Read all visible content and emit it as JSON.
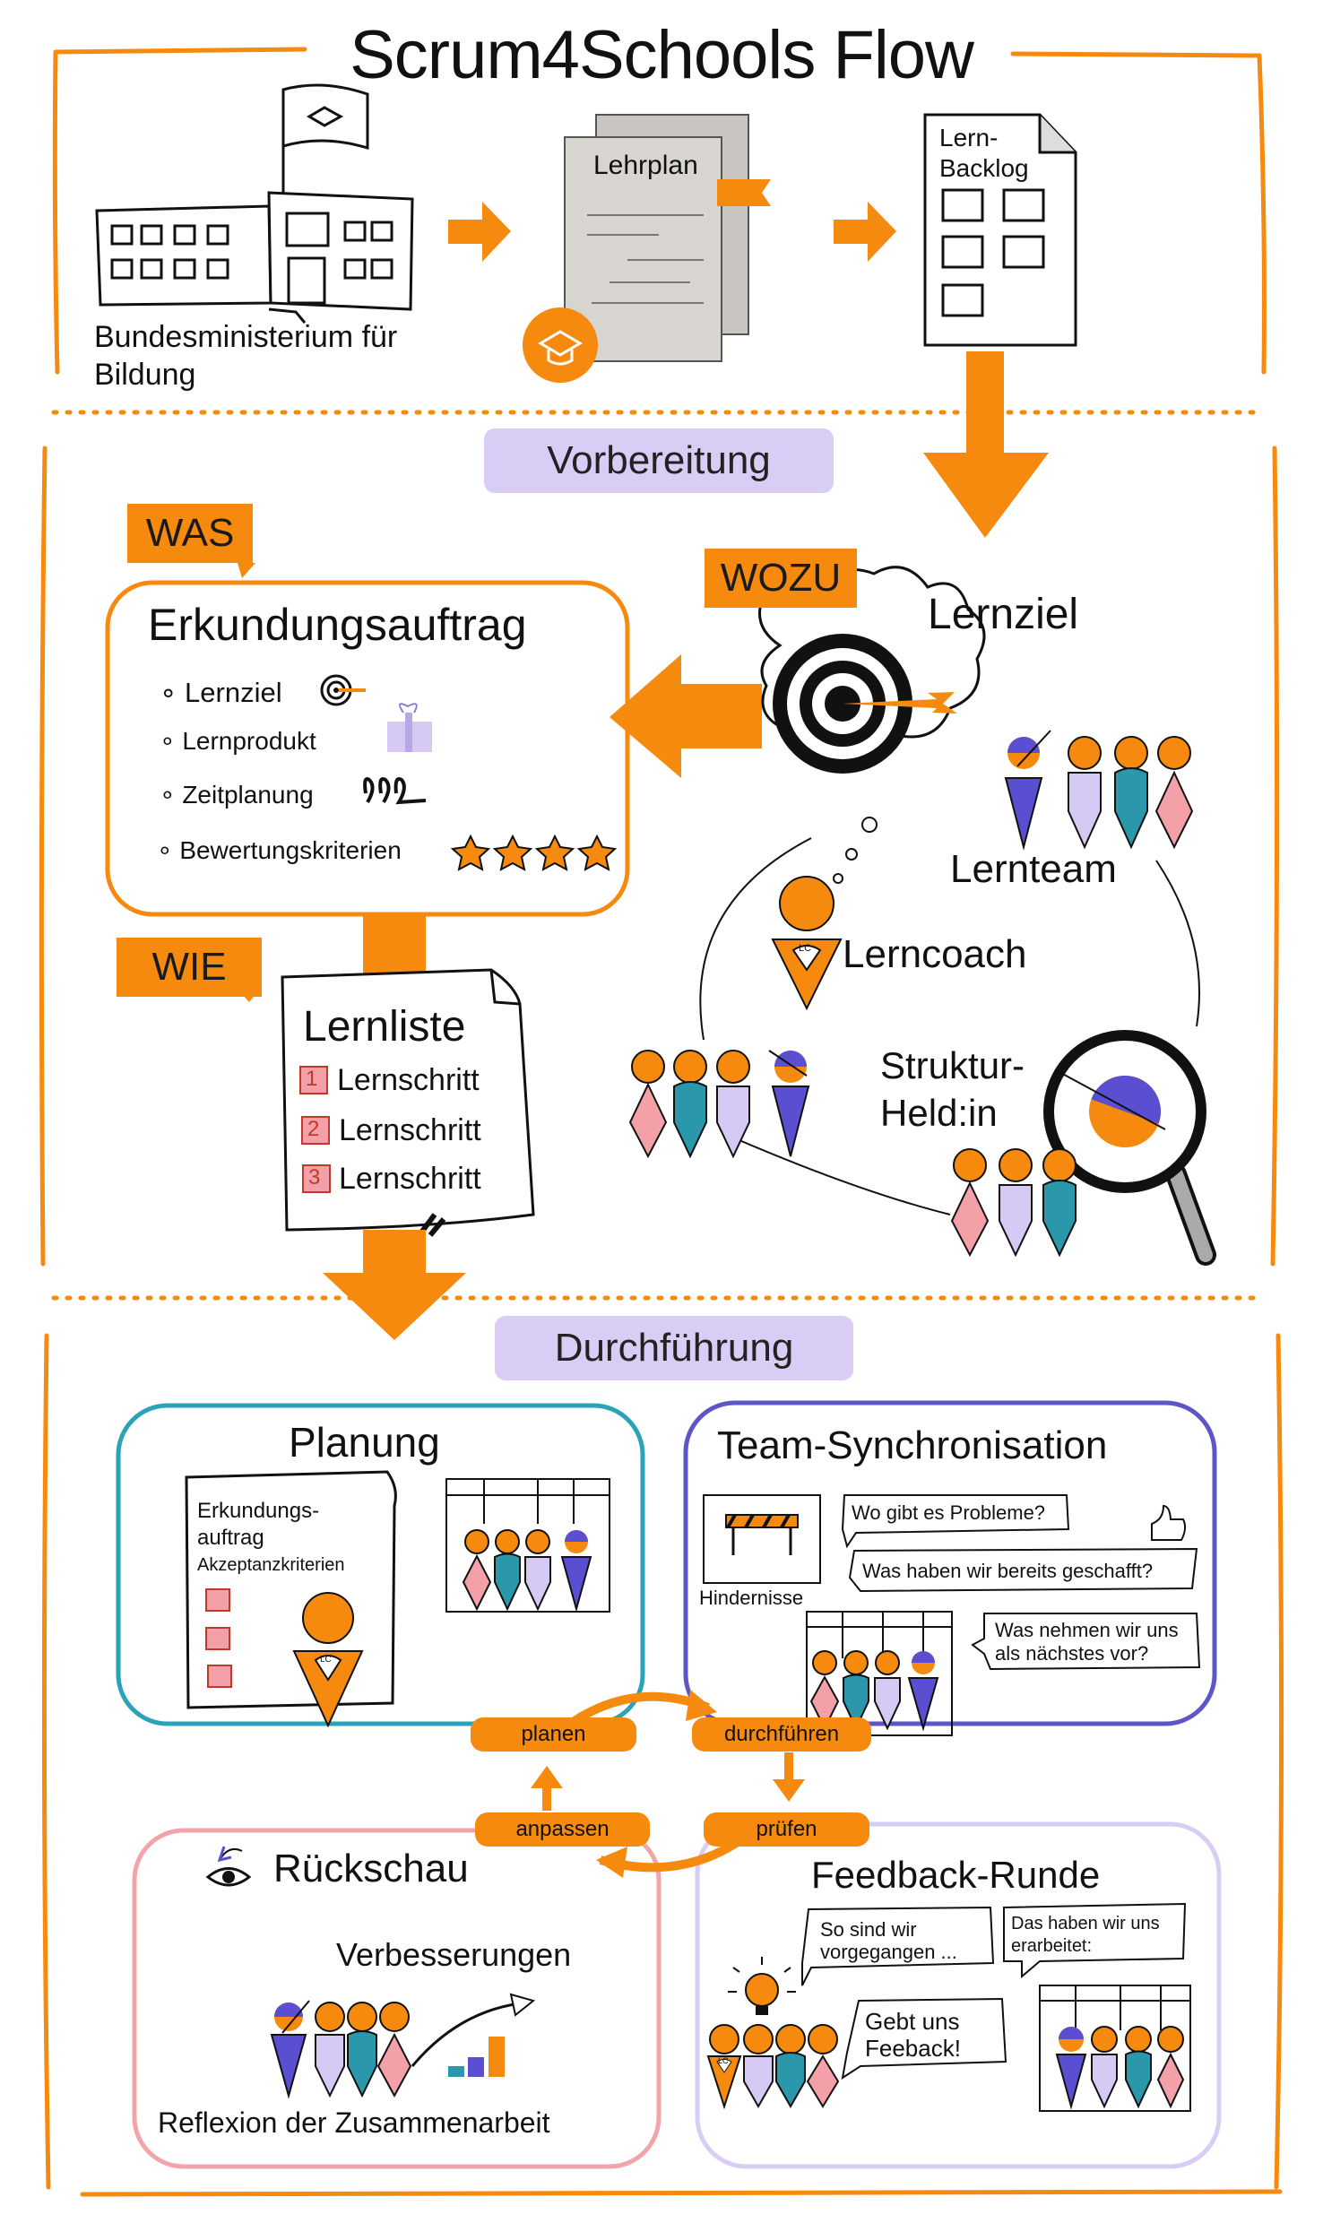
{
  "title": "Scrum4Schools Flow",
  "top": {
    "ministry": "Bundesministerium für Bildung",
    "curriculum": "Lehrplan",
    "backlog": "Lern-\nBacklog",
    "backlog_line1": "Lern-",
    "backlog_line2": "Backlog"
  },
  "sections": {
    "prep": "Vorbereitung",
    "exec": "Durchführung"
  },
  "prep": {
    "tag_was": "WAS",
    "tag_wozu": "WOZU",
    "tag_wie": "WIE",
    "assignment_title": "Erkundungsauftrag",
    "assignment_items": [
      "Lernziel",
      "Lernprodukt",
      "Zeitplanung",
      "Bewertungskriterien"
    ],
    "goal": "Lernziel",
    "team": "Lernteam",
    "coach": "Lerncoach",
    "coach_badge": "LC",
    "hero_line1": "Struktur-",
    "hero_line2": "Held:in",
    "list_title": "Lernliste",
    "list_items": [
      {
        "num": "1",
        "label": "Lernschritt"
      },
      {
        "num": "2",
        "label": "Lernschritt"
      },
      {
        "num": "3",
        "label": "Lernschritt"
      }
    ]
  },
  "exec": {
    "planning": {
      "title": "Planung",
      "doc_line1": "Erkundungs-",
      "doc_line2": "auftrag",
      "doc_line3": "Akzeptanzkriterien",
      "coach_badge": "LC"
    },
    "sync": {
      "title": "Team-Synchronisation",
      "obstacles": "Hindernisse",
      "q1": "Wo gibt es Probleme?",
      "q2": "Was haben wir bereits geschafft?",
      "q3_line1": "Was nehmen wir uns",
      "q3_line2": "als nächstes vor?"
    },
    "cycle": {
      "plan": "planen",
      "execute": "durchführen",
      "check": "prüfen",
      "adapt": "anpassen"
    },
    "retro": {
      "title": "Rückschau",
      "improvements": "Verbesserungen",
      "reflection": "Reflexion der Zusammenarbeit"
    },
    "feedback": {
      "title": "Feedback-Runde",
      "b1_line1": "So sind wir",
      "b1_line2": "vorgegangen ...",
      "b2_line1": "Das haben wir uns",
      "b2_line2": "erarbeitet:",
      "b3_line1": "Gebt uns",
      "b3_line2": "Feeback!",
      "coach_badge": "LC"
    }
  },
  "colors": {
    "orange": "#f68a0f",
    "lavender": "#d9ccf5",
    "teal_box": "#2aa3b8",
    "indigo_box": "#5d55c8",
    "pink_box": "#f1a5ab",
    "lilac_box": "#d9ccf5",
    "figure_indigo": "#5a4fd1",
    "figure_lilac": "#d6c9f3",
    "figure_teal": "#2a97ab",
    "figure_pink": "#f3a0a8"
  },
  "icons": [
    "school-building-icon",
    "graduation-cap-icon",
    "target-icon",
    "gift-icon",
    "loop-icon",
    "star-icon",
    "magnifier-icon",
    "barrier-icon",
    "thumbs-up-icon",
    "eye-icon",
    "lightbulb-icon",
    "bar-chart-icon"
  ]
}
